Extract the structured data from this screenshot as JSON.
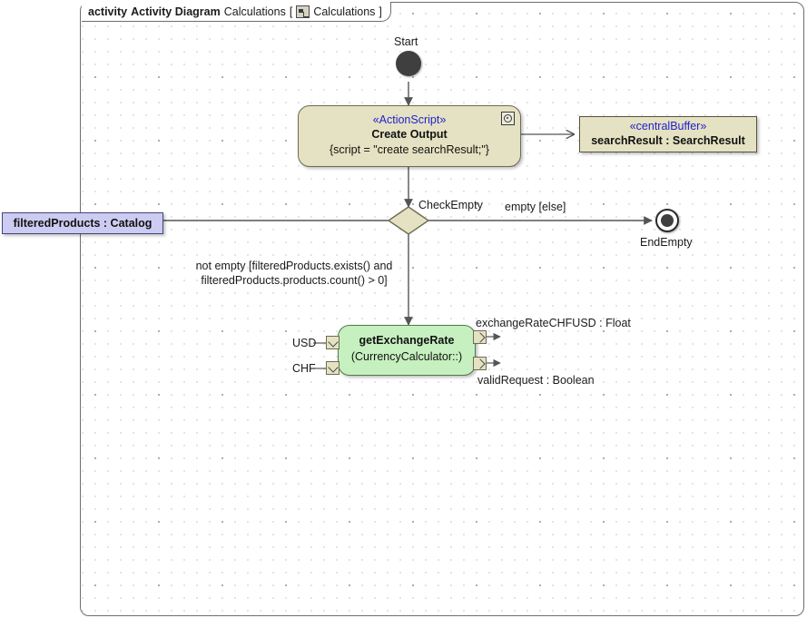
{
  "frame": {
    "keyword": "activity",
    "type_label": "Activity Diagram",
    "name": "Calculations",
    "bracket_open": "[",
    "bracket_close": "]",
    "tab_icon": "activity-diagram-icon",
    "inner_name": "Calculations"
  },
  "nodes": {
    "start": {
      "label": "Start",
      "icon": "initial-node-icon",
      "color": "#3f3f3f"
    },
    "create_output": {
      "stereotype": "«ActionScript»",
      "name": "Create Output",
      "body": "{script = \"create searchResult;\"}",
      "icon": "script-behavior-icon",
      "color": "#e4e2c2",
      "stereotype_color": "#2222cc"
    },
    "search_result_buffer": {
      "stereotype": "«centralBuffer»",
      "name": "searchResult : SearchResult",
      "color": "#e4e2c2",
      "stereotype_color": "#2222cc"
    },
    "filtered_products": {
      "name": "filteredProducts : Catalog",
      "color": "#ccccf2"
    },
    "check_empty": {
      "label": "CheckEmpty",
      "icon": "decision-diamond-icon",
      "color": "#e4e2c2"
    },
    "end_empty": {
      "label": "EndEmpty",
      "icon": "activity-final-icon",
      "color": "#3f3f3f"
    },
    "get_exchange_rate": {
      "name": "getExchangeRate",
      "sub": "(CurrencyCalculator::)",
      "color": "#c6f0bf",
      "input_pins": [
        {
          "label": "USD",
          "icon": "input-pin-icon"
        },
        {
          "label": "CHF",
          "icon": "input-pin-icon"
        }
      ],
      "output_pins": [
        {
          "label": "exchangeRateCHFUSD : Float",
          "icon": "output-pin-icon"
        },
        {
          "label": "validRequest : Boolean",
          "icon": "output-pin-icon"
        }
      ]
    }
  },
  "edges": {
    "guard_empty": "empty [else]",
    "guard_not_empty_line1": "not empty [filteredProducts.exists() and",
    "guard_not_empty_line2": "filteredProducts.products.count() > 0]"
  }
}
